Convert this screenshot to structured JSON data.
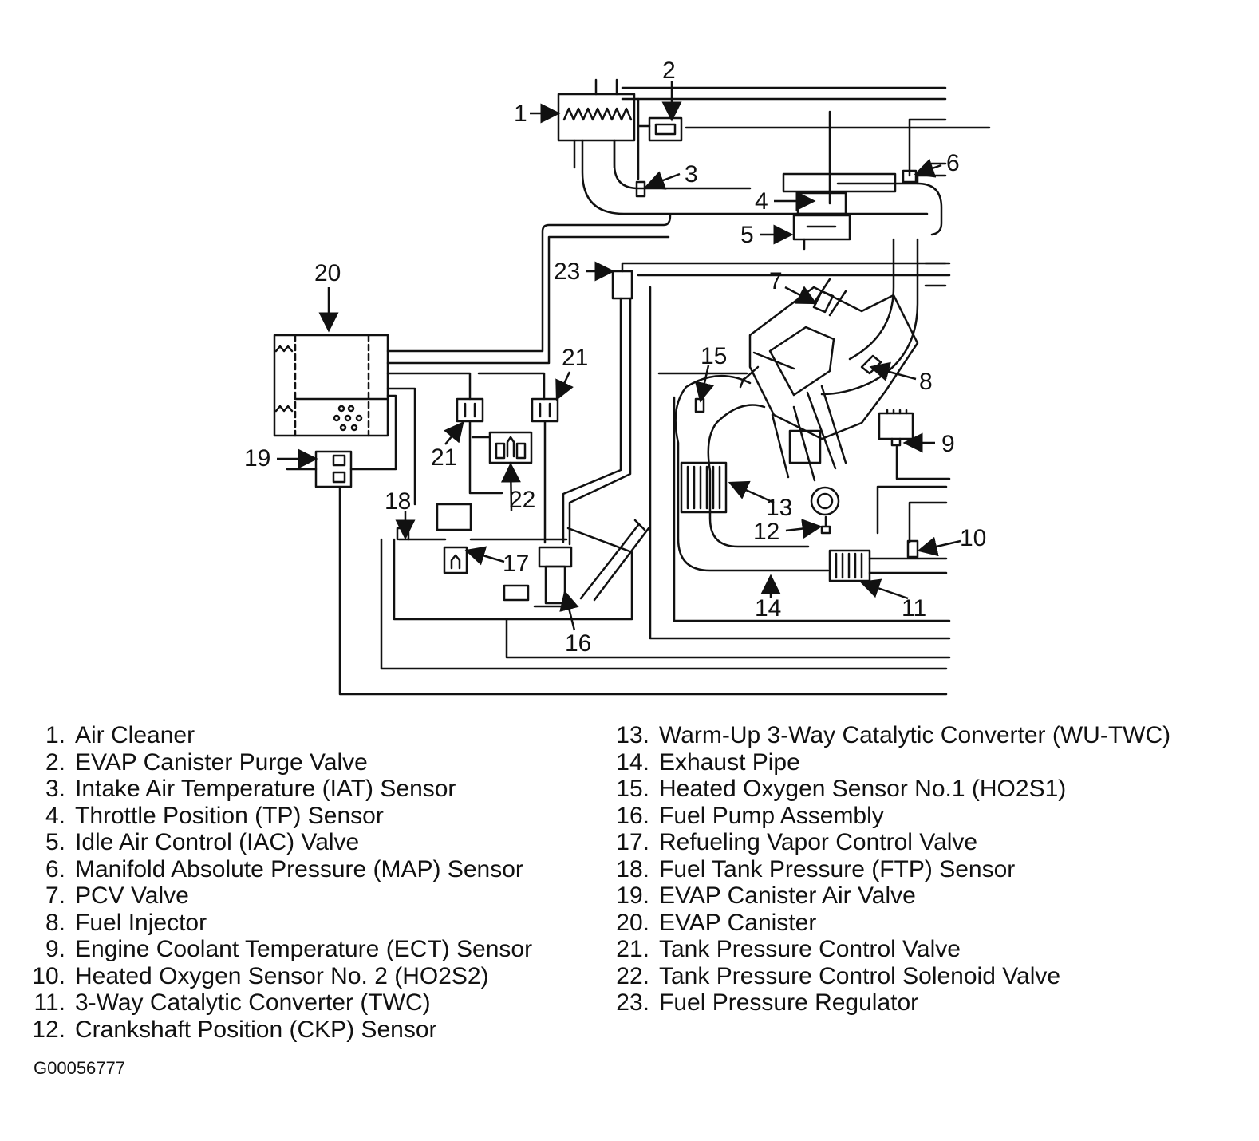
{
  "figure_id": "G00056777",
  "callouts": [
    "1",
    "2",
    "3",
    "4",
    "5",
    "6",
    "7",
    "8",
    "9",
    "10",
    "11",
    "12",
    "13",
    "14",
    "15",
    "16",
    "17",
    "18",
    "19",
    "20",
    "21",
    "22",
    "23"
  ],
  "legend_left": [
    {
      "num": "1.",
      "text": "Air Cleaner"
    },
    {
      "num": "2.",
      "text": "EVAP Canister Purge Valve"
    },
    {
      "num": "3.",
      "text": "Intake Air Temperature (IAT) Sensor"
    },
    {
      "num": "4.",
      "text": "Throttle Position (TP) Sensor"
    },
    {
      "num": "5.",
      "text": "Idle Air Control (IAC) Valve"
    },
    {
      "num": "6.",
      "text": "Manifold Absolute Pressure (MAP) Sensor"
    },
    {
      "num": "7.",
      "text": "PCV Valve"
    },
    {
      "num": "8.",
      "text": "Fuel Injector"
    },
    {
      "num": "9.",
      "text": "Engine Coolant Temperature (ECT) Sensor"
    },
    {
      "num": "10.",
      "text": "Heated Oxygen Sensor No. 2 (HO2S2)"
    },
    {
      "num": "11.",
      "text": "3-Way Catalytic Converter (TWC)"
    },
    {
      "num": "12.",
      "text": "Crankshaft Position (CKP) Sensor"
    }
  ],
  "legend_right": [
    {
      "num": "13.",
      "text": "Warm-Up 3-Way Catalytic Converter (WU-TWC)"
    },
    {
      "num": "14.",
      "text": "Exhaust Pipe"
    },
    {
      "num": "15.",
      "text": "Heated Oxygen Sensor No.1 (HO2S1)"
    },
    {
      "num": "16.",
      "text": "Fuel Pump Assembly"
    },
    {
      "num": "17.",
      "text": "Refueling Vapor Control Valve"
    },
    {
      "num": "18.",
      "text": "Fuel Tank Pressure (FTP) Sensor"
    },
    {
      "num": "19.",
      "text": "EVAP Canister Air Valve"
    },
    {
      "num": "20.",
      "text": "EVAP Canister"
    },
    {
      "num": "21.",
      "text": "Tank Pressure Control Valve"
    },
    {
      "num": "22.",
      "text": "Tank Pressure Control Solenoid Valve"
    },
    {
      "num": "23.",
      "text": "Fuel Pressure Regulator"
    }
  ]
}
